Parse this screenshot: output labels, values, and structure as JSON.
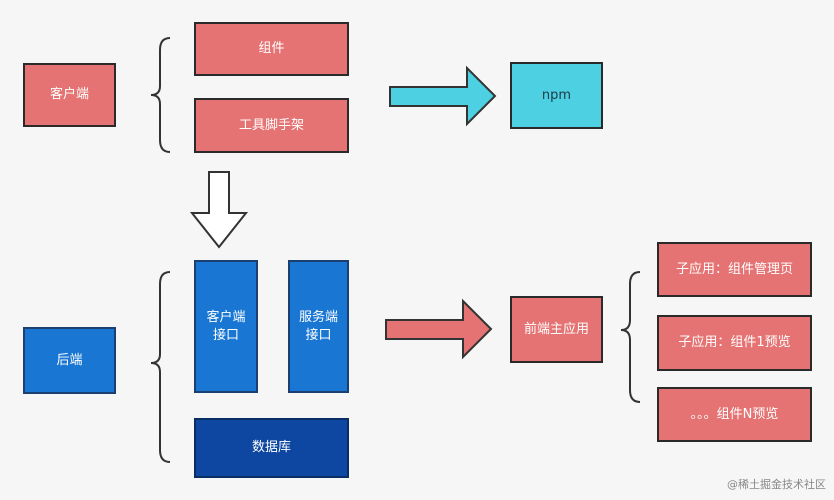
{
  "nodes": {
    "client": "客户端",
    "component": "组件",
    "toolkit": "工具脚手架",
    "npm": "npm",
    "backend": "后端",
    "client_api": "客户端\n接口",
    "server_api": "服务端\n接口",
    "database": "数据库",
    "frontend_main": "前端主应用",
    "sub_app_mgmt": "子应用：组件管理页",
    "sub_app_preview1": "子应用：组件1预览",
    "sub_app_previewN": "。。。组件N预览"
  },
  "watermark": "@稀土掘金技术社区",
  "colors": {
    "red": "#e57373",
    "cyan": "#4dd0e1",
    "blue": "#1976d2",
    "navy": "#0d47a1"
  }
}
